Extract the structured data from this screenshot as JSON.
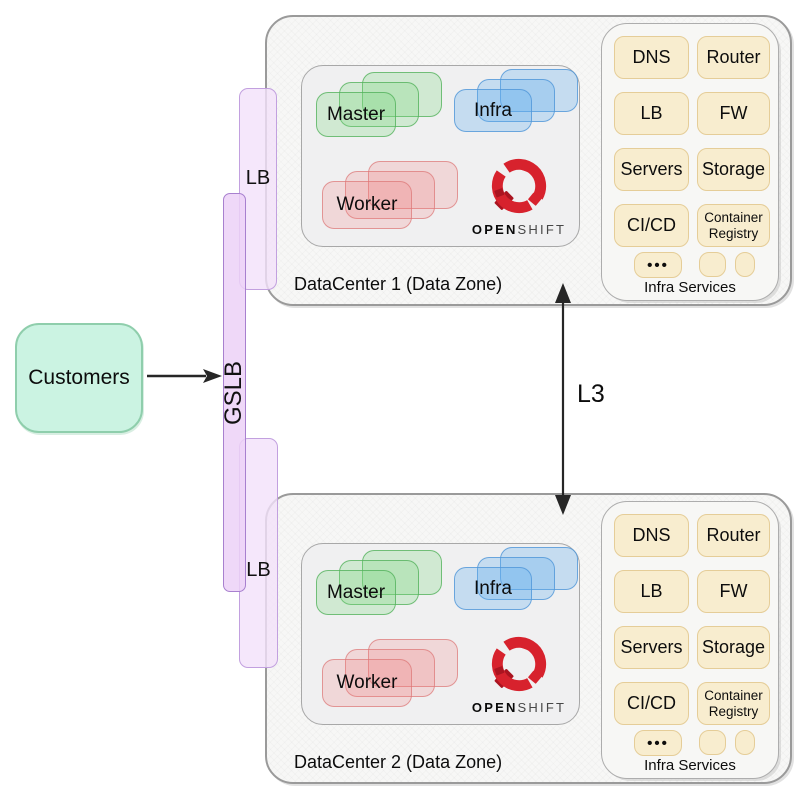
{
  "customers_label": "Customers",
  "gslb_label": "GSLB",
  "lb_top_label": "LB",
  "lb_bottom_label": "LB",
  "l3_label": "L3",
  "dc1": {
    "title": "DataCenter 1 (Data Zone)",
    "master": "Master",
    "infra": "Infra",
    "worker": "Worker",
    "openshift": {
      "bold": "OPEN",
      "light": "SHIFT"
    },
    "services": {
      "caption": "Infra Services",
      "tiles": [
        "DNS",
        "Router",
        "LB",
        "FW",
        "Servers",
        "Storage",
        "CI/CD",
        "Container Registry"
      ],
      "more": "•••"
    }
  },
  "dc2": {
    "title": "DataCenter 2 (Data Zone)",
    "master": "Master",
    "infra": "Infra",
    "worker": "Worker",
    "openshift": {
      "bold": "OPEN",
      "light": "SHIFT"
    },
    "services": {
      "caption": "Infra Services",
      "tiles": [
        "DNS",
        "Router",
        "LB",
        "FW",
        "Servers",
        "Storage",
        "CI/CD",
        "Container Registry"
      ],
      "more": "•••"
    }
  },
  "colors": {
    "openshift_red": "#d7222d",
    "openshift_dark_red": "#aa1420",
    "tile_fill": "#f8edcf",
    "tile_border": "#e5cd98",
    "master_green": "#50af58",
    "infra_blue": "#5096d7",
    "worker_pink": "#dc7676",
    "lb_purple": "#c2a0df",
    "customers_mint": "#cbf3e2",
    "arrow_black": "#262626"
  }
}
